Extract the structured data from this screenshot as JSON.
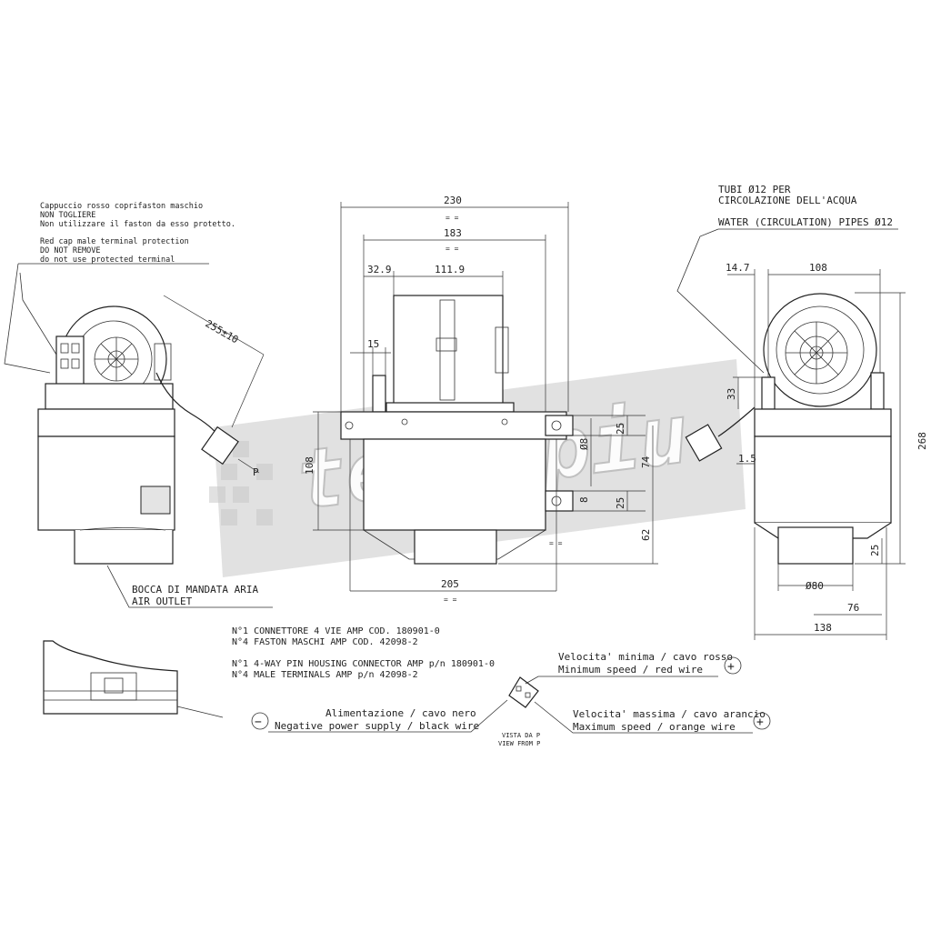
{
  "notes": {
    "cap_it_1": "Cappuccio rosso coprifaston maschio",
    "cap_it_2": "NON TOGLIERE",
    "cap_it_3": "Non utilizzare il faston da esso protetto.",
    "cap_en_1": "Red cap male terminal protection",
    "cap_en_2": "DO NOT REMOVE",
    "cap_en_3": "do not use protected terminal",
    "pipes_it_1": "TUBI Ø12 PER",
    "pipes_it_2": "CIRCOLAZIONE DELL'ACQUA",
    "pipes_en": "WATER (CIRCULATION) PIPES Ø12",
    "outlet_it": "BOCCA DI MANDATA ARIA",
    "outlet_en": "AIR OUTLET",
    "conn_it_1": "N°1 CONNETTORE 4 VIE AMP COD. 180901-0",
    "conn_it_2": "N°4 FASTON MASCHI AMP COD. 42098-2",
    "conn_en_1": "N°1 4-WAY PIN HOUSING CONNECTOR AMP p/n 180901-0",
    "conn_en_2": "N°4 MALE TERMINALS AMP p/n 42098-2",
    "min_it": "Velocita' minima / cavo rosso",
    "min_en": "Minimum speed / red wire",
    "neg_it": "Alimentazione / cavo nero",
    "neg_en": "Negative power supply / black wire",
    "max_it": "Velocita' massima / cavo arancio",
    "max_en": "Maximum speed / orange wire",
    "view_it": "VISTA DA P",
    "view_en": "VIEW FROM P",
    "plus": "+",
    "minus": "−",
    "point_p": "P"
  },
  "dimensions": {
    "d230": "230",
    "d183": "183",
    "d32_9": "32.9",
    "d111_9": "111.9",
    "d15": "15",
    "d108_front": "108",
    "d25_top": "25",
    "dia8": "Ø8",
    "d74": "74",
    "d8": "8",
    "d25_mid": "25",
    "d62": "62",
    "d205": "205",
    "eq": "= =",
    "d255": "255±10",
    "d14_7": "14.7",
    "d108_side": "108",
    "d33": "33",
    "d1_5": "1.5",
    "d268": "268",
    "d25_side": "25",
    "dia80": "Ø80",
    "d76": "76",
    "d138": "138"
  },
  "watermark": "tecnopiu",
  "colors": {
    "line": "#222222",
    "watermark": "#c9c9c9"
  }
}
